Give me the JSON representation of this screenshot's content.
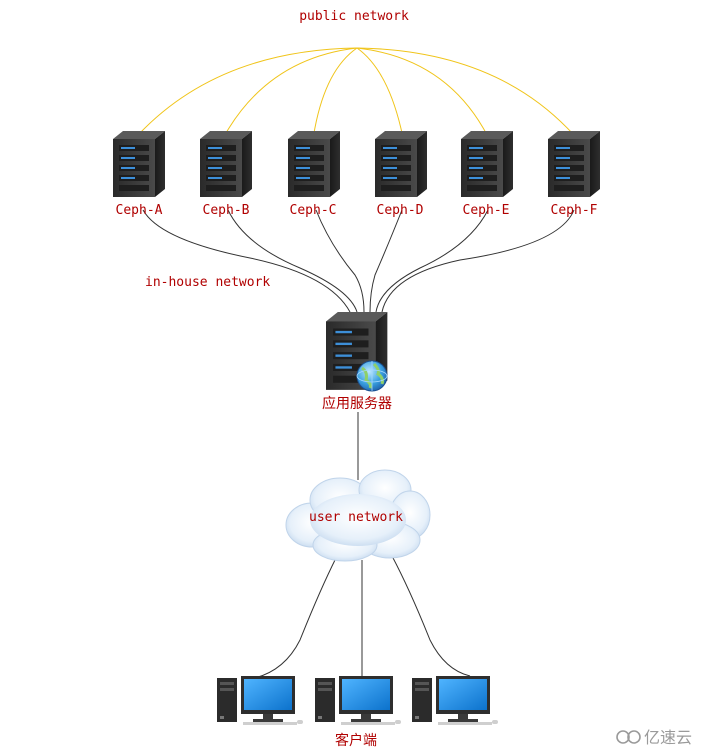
{
  "networks": {
    "public": "public network",
    "inhouse": "in-house network",
    "user": "user network"
  },
  "nodes": {
    "storage": [
      "Ceph-A",
      "Ceph-B",
      "Ceph-C",
      "Ceph-D",
      "Ceph-E",
      "Ceph-F"
    ],
    "app_server": "应用服务器",
    "clients": "客户端"
  },
  "watermark": "亿速云",
  "colors": {
    "label": "#b00000",
    "public_link": "#f0c419",
    "link": "#333333",
    "monitor_screen": "#1e8fe8"
  }
}
